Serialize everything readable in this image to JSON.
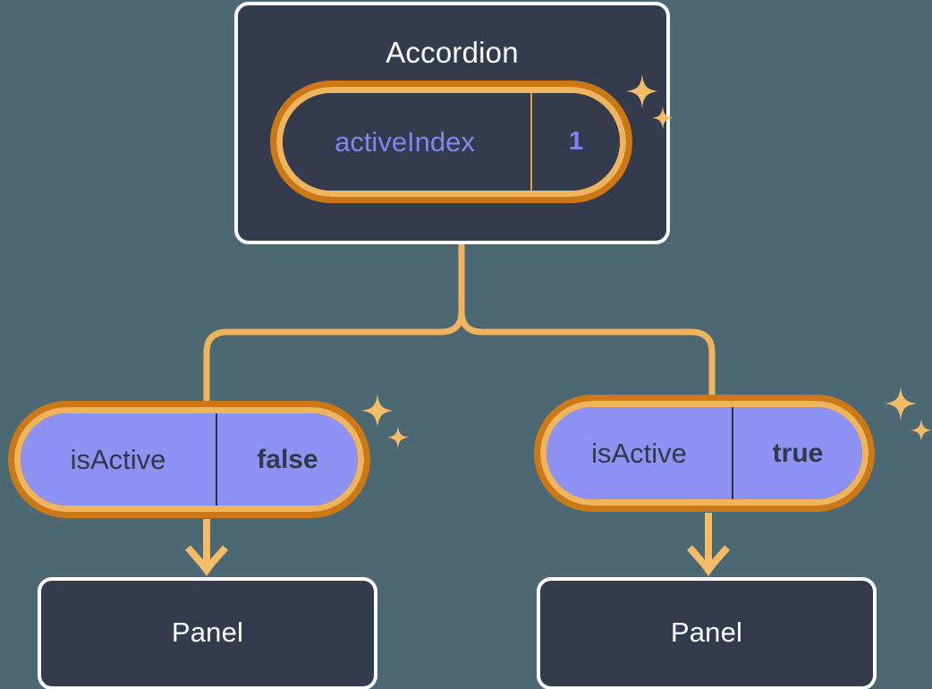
{
  "diagram": {
    "type": "component-state-tree",
    "title_text": "Accordion",
    "background_color": "#4C6873",
    "accent_color": "#F0B45C",
    "accent_dark_color": "#CC7814",
    "card_color": "#343B4C",
    "pill_fill_color": "#8E92F2",
    "purple_text_color": "#8187F0"
  },
  "root": {
    "name": "Accordion",
    "state": {
      "key": "activeIndex",
      "value": "1"
    }
  },
  "children": [
    {
      "id": "left",
      "state": {
        "key": "isActive",
        "value": "false"
      },
      "child": {
        "name": "Panel"
      }
    },
    {
      "id": "right",
      "state": {
        "key": "isActive",
        "value": "true"
      },
      "child": {
        "name": "Panel"
      }
    }
  ],
  "icons": {
    "sparkle": "sparkle-icon",
    "arrow_down": "arrow-down-icon"
  }
}
